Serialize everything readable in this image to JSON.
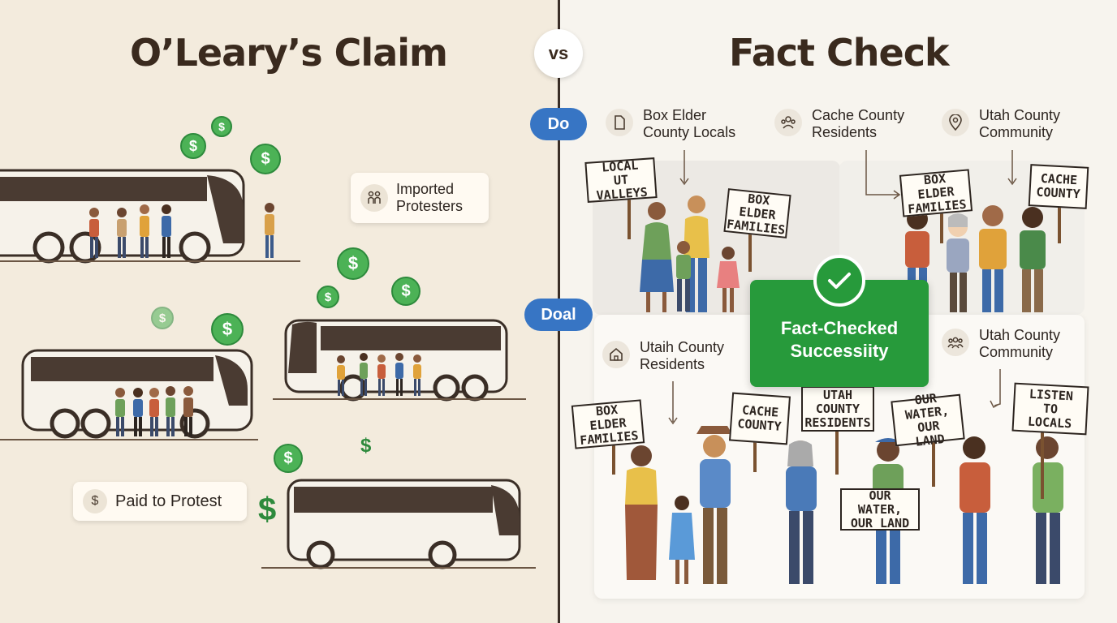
{
  "left": {
    "title": "O’Leary’s Claim",
    "imported_label": "Imported\nProtesters",
    "paid_label": "Paid to Protest",
    "dollar_symbol": "$"
  },
  "vs": "vs",
  "right": {
    "title": "Fact Check",
    "pill_top": "Do",
    "pill_mid": "Doal",
    "locations": {
      "box_elder": "Box Elder\nCounty Locals",
      "cache": "Cache County\nResidents",
      "utah_community_top": "Utah County\nCommunity",
      "utaih": "Utaih County\nResidents",
      "utah_community_bottom": "Utah County\nCommunity"
    },
    "fact_box": "Fact-Checked\nSuccessiity",
    "signs": {
      "local_ut": "LOCAL UT\nVALLEYS",
      "box_elder_1": "BOX ELDER\nFAMILIES",
      "box_elder_2": "BOX ELDER\nFAMILIES",
      "cache_1": "CACHE\nCOUNTY",
      "box_elder_3": "BOX ELDER\nFAMILIES",
      "cache_2": "CACHE\nCOUNTY",
      "utah_residents": "UTAH COUNTY\nRESIDENTS",
      "our_water_1": "OUR WATER,\nOUR LAND",
      "our_water_2": "OUR WATER,\nOUR LAND",
      "listen": "LISTEN TO\nLOCALS"
    }
  },
  "colors": {
    "accent_green": "#279a3b",
    "pill_blue": "#3775c4",
    "dark_brown": "#3a2a1e"
  }
}
